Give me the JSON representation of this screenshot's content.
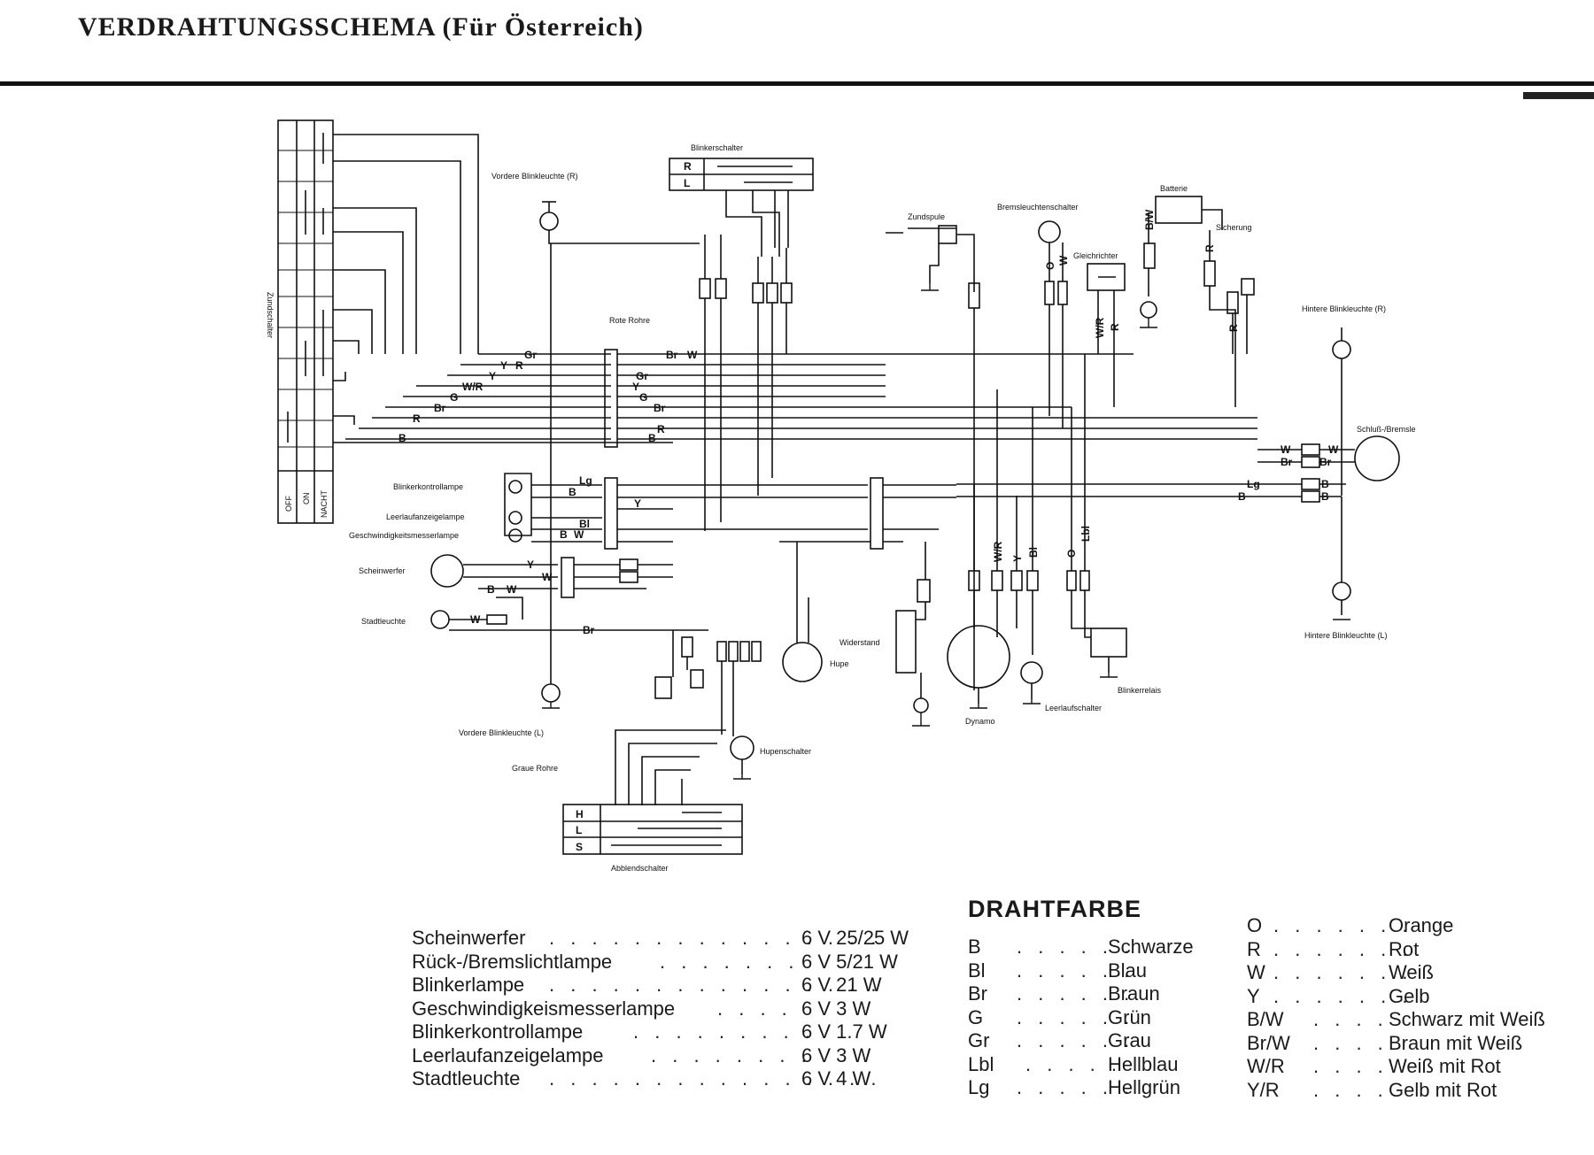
{
  "title": "VERDRAHTUNGSSCHEMA (Für Österreich)",
  "components": {
    "zundschalter": "Zundschalter",
    "zs_positions": [
      "OFF",
      "ON",
      "NACHT"
    ],
    "blinkerschalter": "Blinkerschalter",
    "blinkerschalter_rows": [
      "R",
      "L"
    ],
    "vordere_blink_r": "Vordere Blinkleuchte (R)",
    "vordere_blink_l": "Vordere Blinkleuchte (L)",
    "rote_rohre": "Rote Rohre",
    "graue_rohre": "Graue Rohre",
    "zundspule": "Zundspule",
    "bremsleuchtenschalter": "Bremsleuchtenschalter",
    "gleichrichter": "Gleichrichter",
    "batterie": "Batterie",
    "sicherung": "Sicherung",
    "hintere_blink_r": "Hintere Blinkleuchte (R)",
    "hintere_blink_l": "Hintere Blinkleuchte (L)",
    "schluss": "Schluß-/Bremsle",
    "blinkerkontrolllampe": "Blinkerkontrollampe",
    "leerlaufanzeigelampe": "Leerlaufanzeigelampe",
    "geschwindigkeitsmesserlampe": "Geschwindigkeitsmesserlampe",
    "scheinwerfer": "Scheinwerfer",
    "stadtleuchte": "Stadtleuchte",
    "widerstand": "Widerstand",
    "hupe": "Hupe",
    "hupenschalter": "Hupenschalter",
    "dynamo": "Dynamo",
    "leerlaufschalter": "Leerlaufschalter",
    "blinkerrelais": "Blinkerrelais",
    "abblendschalter": "Abblendschalter",
    "abblend_rows": [
      "H",
      "L",
      "S"
    ]
  },
  "wire_labels": {
    "left_bundle": [
      "Gr",
      "Y",
      "R",
      "Y",
      "W/R",
      "G",
      "Br",
      "R",
      "B"
    ],
    "right_bundle": [
      "Br",
      "W",
      "Gr",
      "Y",
      "G",
      "Br",
      "R",
      "B"
    ],
    "mid_a": [
      "Lg",
      "B",
      "Y",
      "Bl",
      "B",
      "W",
      "Y",
      "W",
      "W",
      "B",
      "W",
      "Br"
    ],
    "tail": [
      "W",
      "Br",
      "W",
      "Br",
      "Lg",
      "B",
      "B",
      "B"
    ],
    "right_side": [
      "B/W",
      "O",
      "W",
      "W/R",
      "R",
      "R",
      "R",
      "Lbl",
      "O",
      "W/R",
      "Y",
      "Bl"
    ]
  },
  "drahtfarbe": {
    "title": "DRAHTFARBE",
    "left": [
      {
        "code": "B",
        "name": "Schwarze"
      },
      {
        "code": "Bl",
        "name": "Blau"
      },
      {
        "code": "Br",
        "name": "Braun"
      },
      {
        "code": "G",
        "name": "Grün"
      },
      {
        "code": "Gr",
        "name": "Grau"
      },
      {
        "code": "Lbl",
        "name": "Hellblau"
      },
      {
        "code": "Lg",
        "name": "Hellgrün"
      }
    ],
    "right": [
      {
        "code": "O",
        "name": "Orange"
      },
      {
        "code": "R",
        "name": "Rot"
      },
      {
        "code": "W",
        "name": "Weiß"
      },
      {
        "code": "Y",
        "name": "Gelb"
      },
      {
        "code": "B/W",
        "name": "Schwarz mit Weiß"
      },
      {
        "code": "Br/W",
        "name": "Braun mit Weiß"
      },
      {
        "code": "W/R",
        "name": "Weiß mit Rot"
      },
      {
        "code": "Y/R",
        "name": "Gelb mit Rot"
      }
    ]
  },
  "lamp_specs": [
    {
      "name": "Scheinwerfer",
      "value": "6 V 25/25 W"
    },
    {
      "name": "Rück-/Bremslichtlampe",
      "value": "6 V 5/21 W"
    },
    {
      "name": "Blinkerlampe",
      "value": "6 V 21 W"
    },
    {
      "name": "Geschwindigkeismesserlampe",
      "value": "6 V 3 W"
    },
    {
      "name": "Blinkerkontrollampe",
      "value": "6 V 1.7 W"
    },
    {
      "name": "Leerlaufanzeigelampe",
      "value": "6 V 3 W"
    },
    {
      "name": "Stadtleuchte",
      "value": "6 V 4 W"
    }
  ]
}
